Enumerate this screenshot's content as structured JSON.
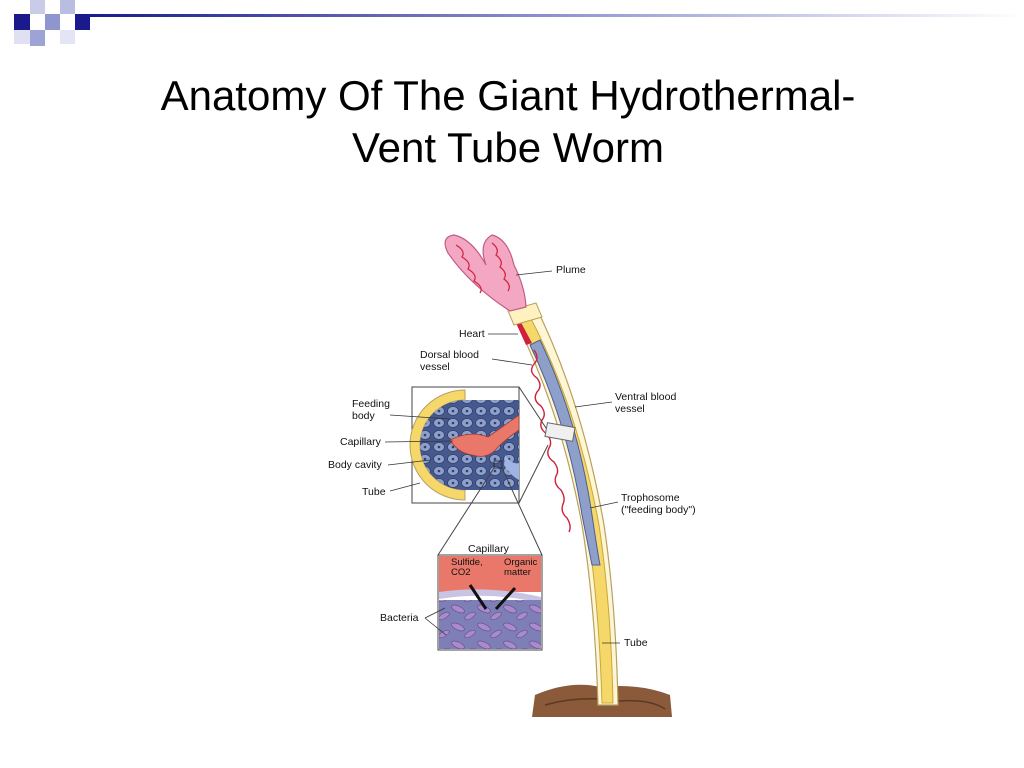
{
  "slide": {
    "title_line1": "Anatomy Of The Giant Hydrothermal-",
    "title_line2": "Vent Tube Worm"
  },
  "labels": {
    "plume": "Plume",
    "heart": "Heart",
    "dorsal_line1": "Dorsal blood",
    "dorsal_line2": "vessel",
    "ventral_line1": "Ventral blood",
    "ventral_line2": "vessel",
    "trophosome_line1": "Trophosome",
    "trophosome_line2": "(\"feeding body\")",
    "tube_main": "Tube",
    "feeding_line1": "Feeding",
    "feeding_line2": "body",
    "capillary_side": "Capillary",
    "body_cavity": "Body cavity",
    "tube_inset": "Tube",
    "capillary_box": "Capillary",
    "sulfide_line1": "Sulfide,",
    "sulfide_line2": "CO2",
    "organic_line1": "Organic",
    "organic_line2": "matter",
    "bacteria": "Bacteria"
  },
  "colors": {
    "deco_navy": "#1a1a8c",
    "deco_light": "#8f95cf",
    "plume_pink": "#f3a7c2",
    "tube_yellow": "#f6d86a",
    "trophosome_blue": "#8ea0c9",
    "vessel_red": "#d21f3c",
    "capillary_salmon": "#e9786a",
    "bacteria_purple": "#a98bc9"
  }
}
